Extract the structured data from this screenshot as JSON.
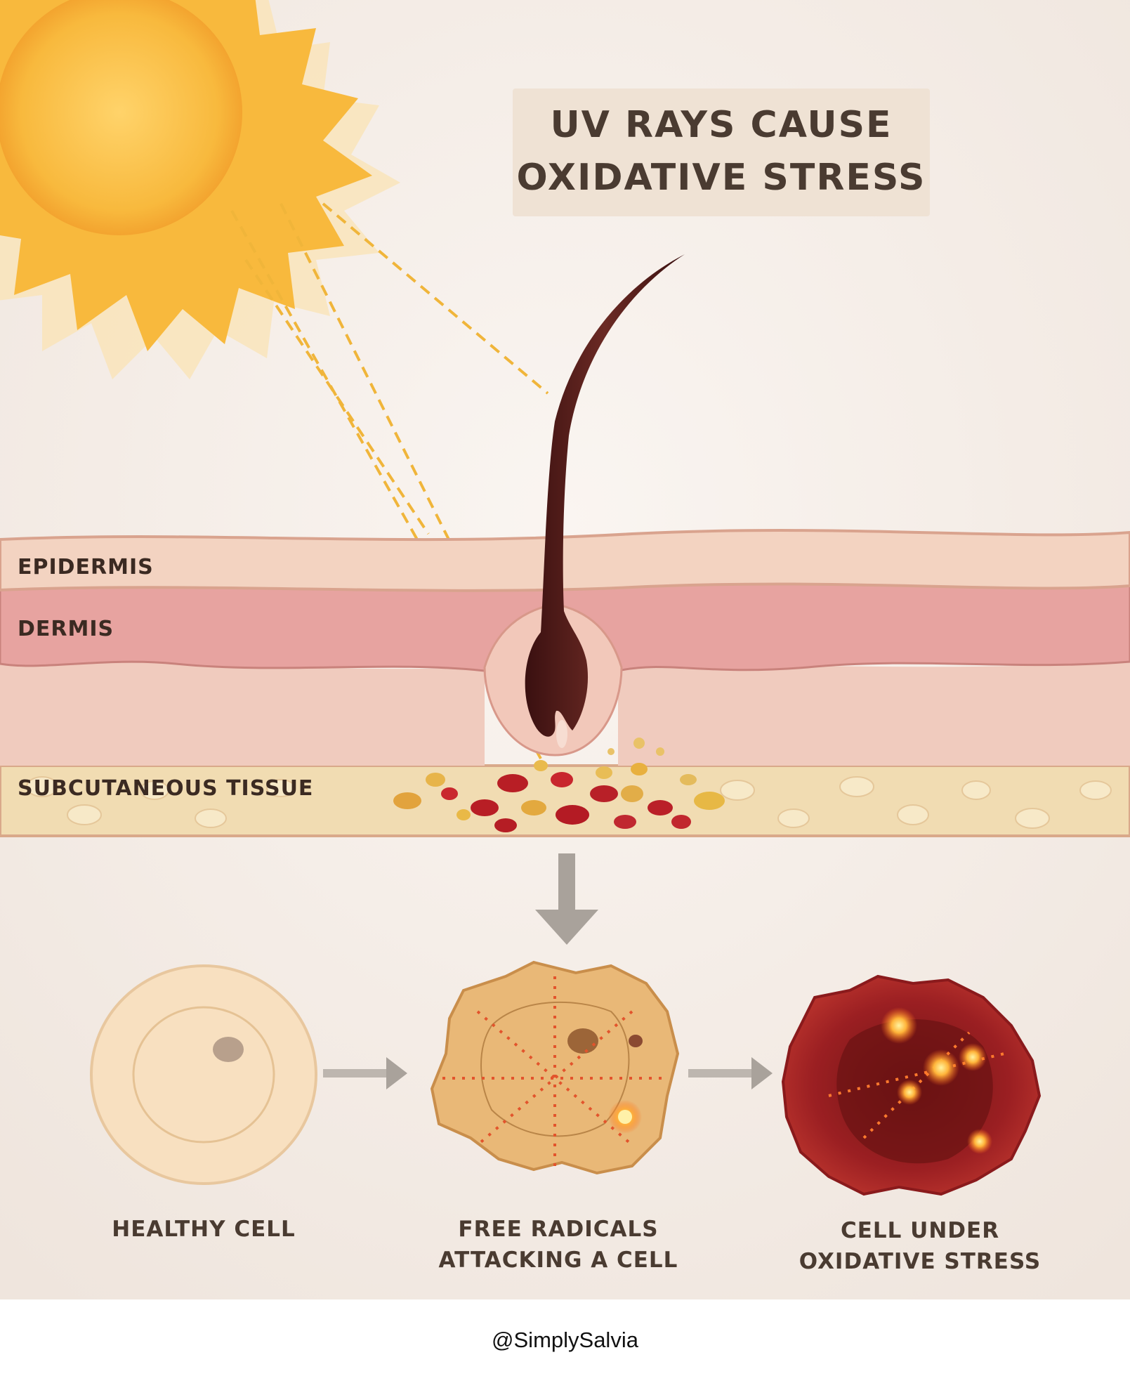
{
  "title": {
    "line1": "UV RAYS CAUSE",
    "line2": "OXIDATIVE STRESS"
  },
  "layers": {
    "epidermis": "EPIDERMIS",
    "dermis": "DERMIS",
    "subcutaneous": "SUBCUTANEOUS TISSUE"
  },
  "cells": [
    {
      "line1": "HEALTHY CELL",
      "line2": ""
    },
    {
      "line1": "FREE RADICALS",
      "line2": "ATTACKING A CELL"
    },
    {
      "line1": "CELL UNDER",
      "line2": "OXIDATIVE STRESS"
    }
  ],
  "credit": "@SimplySalvia",
  "colors": {
    "background": "#f4ece6",
    "sun": "#f6b23c",
    "epidermis": "#f1cfbd",
    "dermis": "#e6a4a2",
    "subcutaneous": "#f0dcb4",
    "hair": "#4a1a1a",
    "healthy_cell": "#f7dfc0",
    "damaged_cell": "#a8242a",
    "arrow": "#a9a29b"
  }
}
